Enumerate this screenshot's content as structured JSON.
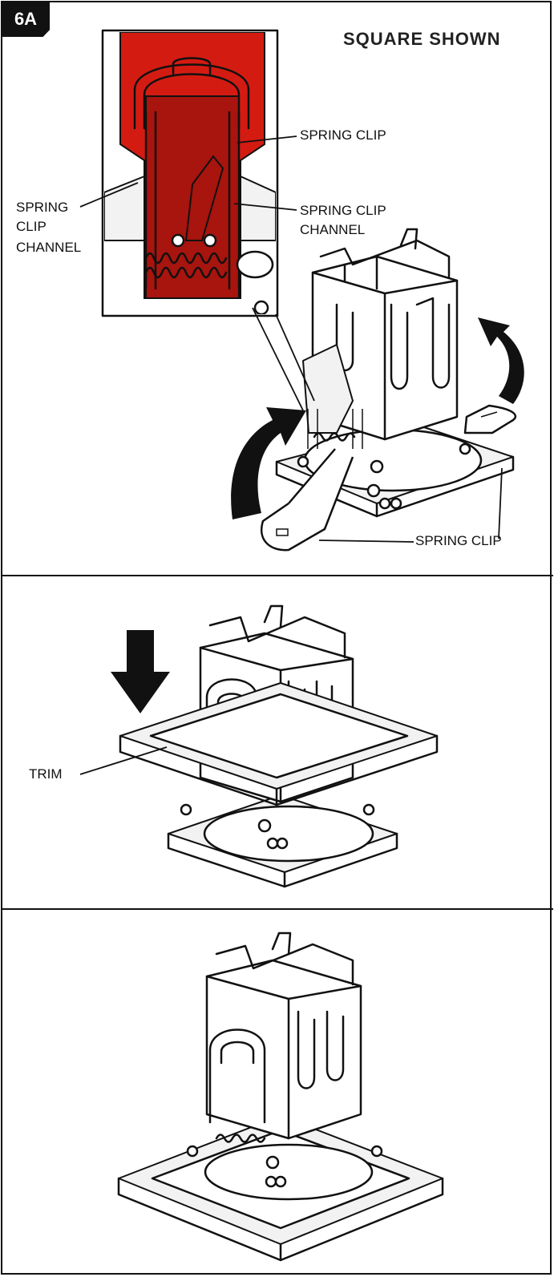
{
  "step": {
    "badge": "6A"
  },
  "header": {
    "note": "SQUARE  SHOWN"
  },
  "panel1": {
    "labels": {
      "spring_clip_top": "SPRING CLIP",
      "channel_left_line1": "SPRING",
      "channel_left_line2": "CLIP",
      "channel_left_line3": "CHANNEL",
      "channel_right_line1": "SPRING CLIP",
      "channel_right_line2": "CHANNEL",
      "spring_clip_bottom": "SPRING CLIP"
    },
    "inset_fill_color": "#d41b12",
    "icons": [
      "rotate-arrow-left",
      "rotate-arrow-right"
    ]
  },
  "panel2": {
    "labels": {
      "trim": "TRIM"
    },
    "icons": [
      "down-arrow"
    ]
  },
  "panel3": {}
}
